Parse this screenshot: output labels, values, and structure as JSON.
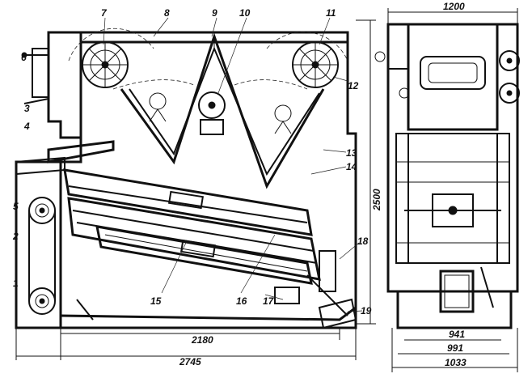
{
  "part_labels": [
    "1",
    "2",
    "3",
    "4",
    "5",
    "6",
    "7",
    "8",
    "9",
    "10",
    "11",
    "12",
    "13",
    "14",
    "15",
    "16",
    "17",
    "18",
    "19"
  ],
  "dimensions": {
    "length_inner": "2180",
    "length_total": "2745",
    "height": "2500",
    "width_top": "1200",
    "width_1": "941",
    "width_2": "991",
    "width_3": "1033"
  }
}
